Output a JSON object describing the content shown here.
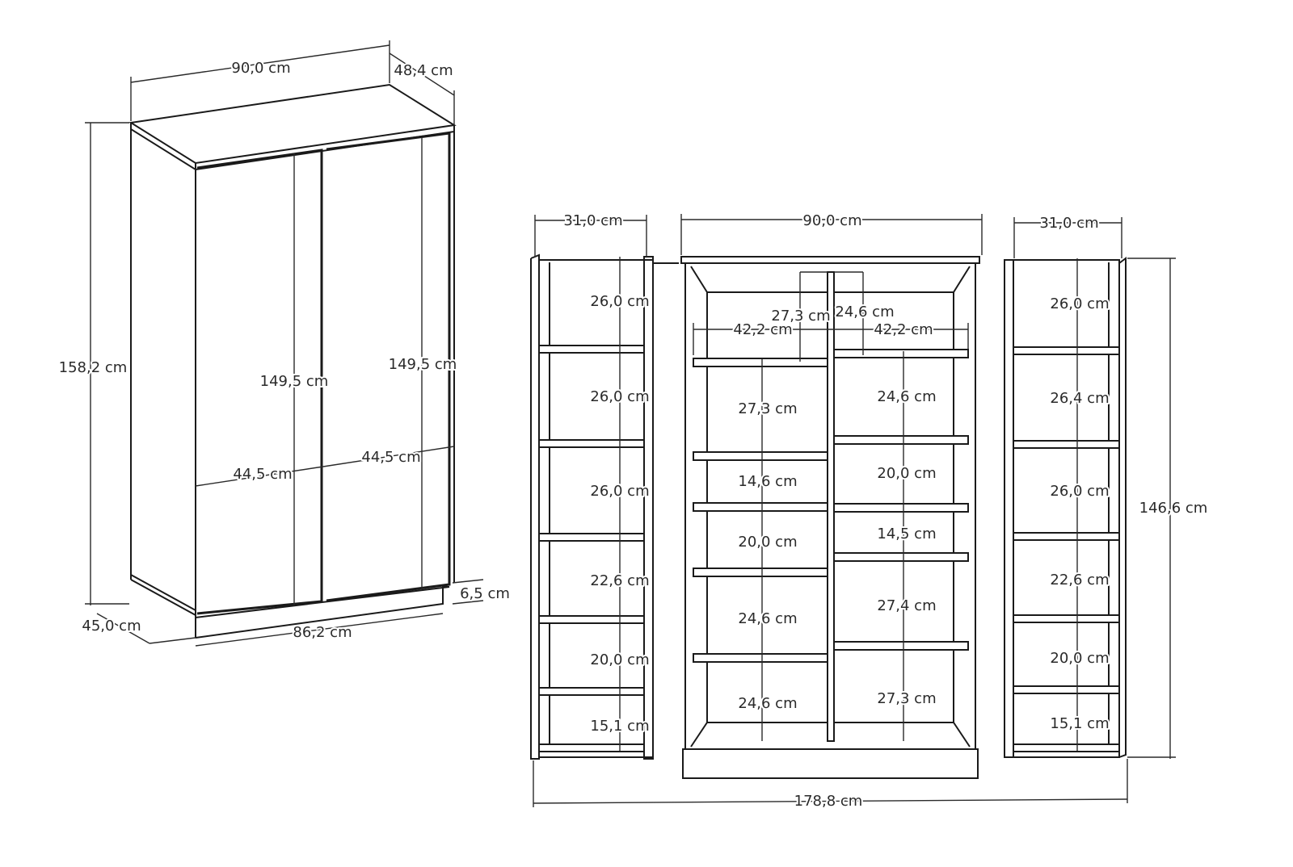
{
  "perspective_view": {
    "width": "90,0 cm",
    "depth_top": "48,4 cm",
    "height": "158,2 cm",
    "door_height_left": "149,5 cm",
    "door_height_right": "149,5 cm",
    "door_width_left": "44,5 cm",
    "door_width_right": "44,5 cm",
    "depth_bottom": "45,0 cm",
    "base_width": "86,2 cm",
    "plinth_height": "6,5 cm"
  },
  "front_view": {
    "left_unit": {
      "width": "31,0 cm",
      "shelves": [
        "26,0 cm",
        "26,0 cm",
        "26,0 cm",
        "22,6 cm",
        "20,0 cm",
        "15,1 cm"
      ]
    },
    "center_unit": {
      "width": "90,0 cm",
      "left_top": "27,3 cm",
      "right_top": "24,6 cm",
      "left_width": "42,2 cm",
      "right_width": "42,2 cm",
      "left_shelves": [
        "27,3 cm",
        "14,6 cm",
        "20,0 cm",
        "24,6 cm",
        "24,6 cm"
      ],
      "right_shelves": [
        "24,6 cm",
        "20,0 cm",
        "14,5 cm",
        "27,4 cm",
        "27,3 cm"
      ]
    },
    "right_unit": {
      "width": "31,0 cm",
      "height": "146,6 cm",
      "shelves": [
        "26,0 cm",
        "26,4 cm",
        "26,0 cm",
        "22,6 cm",
        "20,0 cm",
        "15,1 cm"
      ]
    },
    "total_width": "178,8 cm"
  }
}
